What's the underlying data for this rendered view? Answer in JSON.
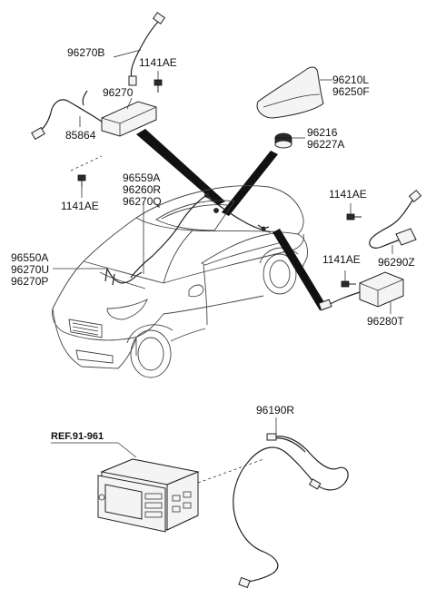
{
  "labels": {
    "p96270B": "96270B",
    "p1141AE_a": "1141AE",
    "p96270": "96270",
    "p85864": "85864",
    "p1141AE_b": "1141AE",
    "p96210L": "96210L",
    "p96250F": "96250F",
    "p96216": "96216",
    "p96227A": "96227A",
    "p96559A": "96559A",
    "p96260R": "96260R",
    "p96270Q": "96270Q",
    "p96550A": "96550A",
    "p96270U": "96270U",
    "p96270P": "96270P",
    "p1141AE_c": "1141AE",
    "p96290Z": "96290Z",
    "p1141AE_d": "1141AE",
    "p96280T": "96280T",
    "p96190R": "96190R",
    "ref": "REF.91-961"
  }
}
